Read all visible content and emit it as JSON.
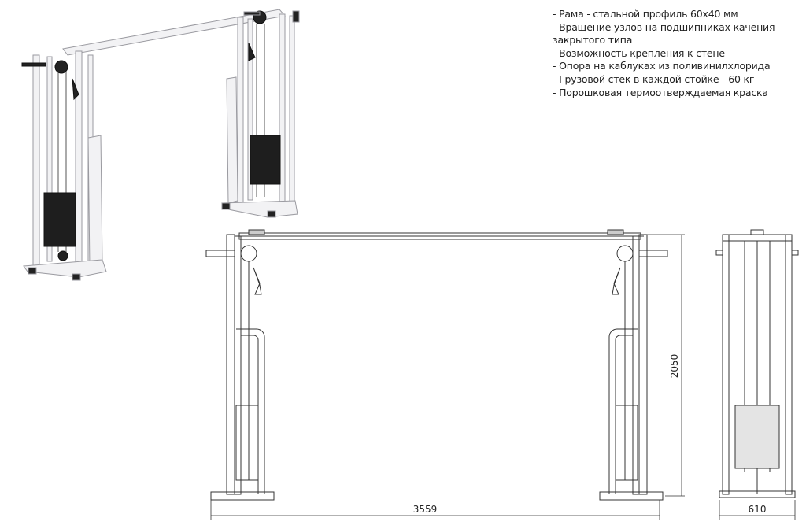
{
  "features": [
    "- Рама - стальной профиль 60х40 мм",
    "- Вращение узлов на подшипниках качения закрытого типа",
    "- Возможность крепления к стене",
    "- Опора на каблуках из поливинилхлорида",
    "- Грузовой стек в каждой стойке - 60 кг",
    "- Порошковая термоотверждаемая краска"
  ],
  "dimensions": {
    "width": "3559",
    "height": "2050",
    "depth": "610"
  }
}
